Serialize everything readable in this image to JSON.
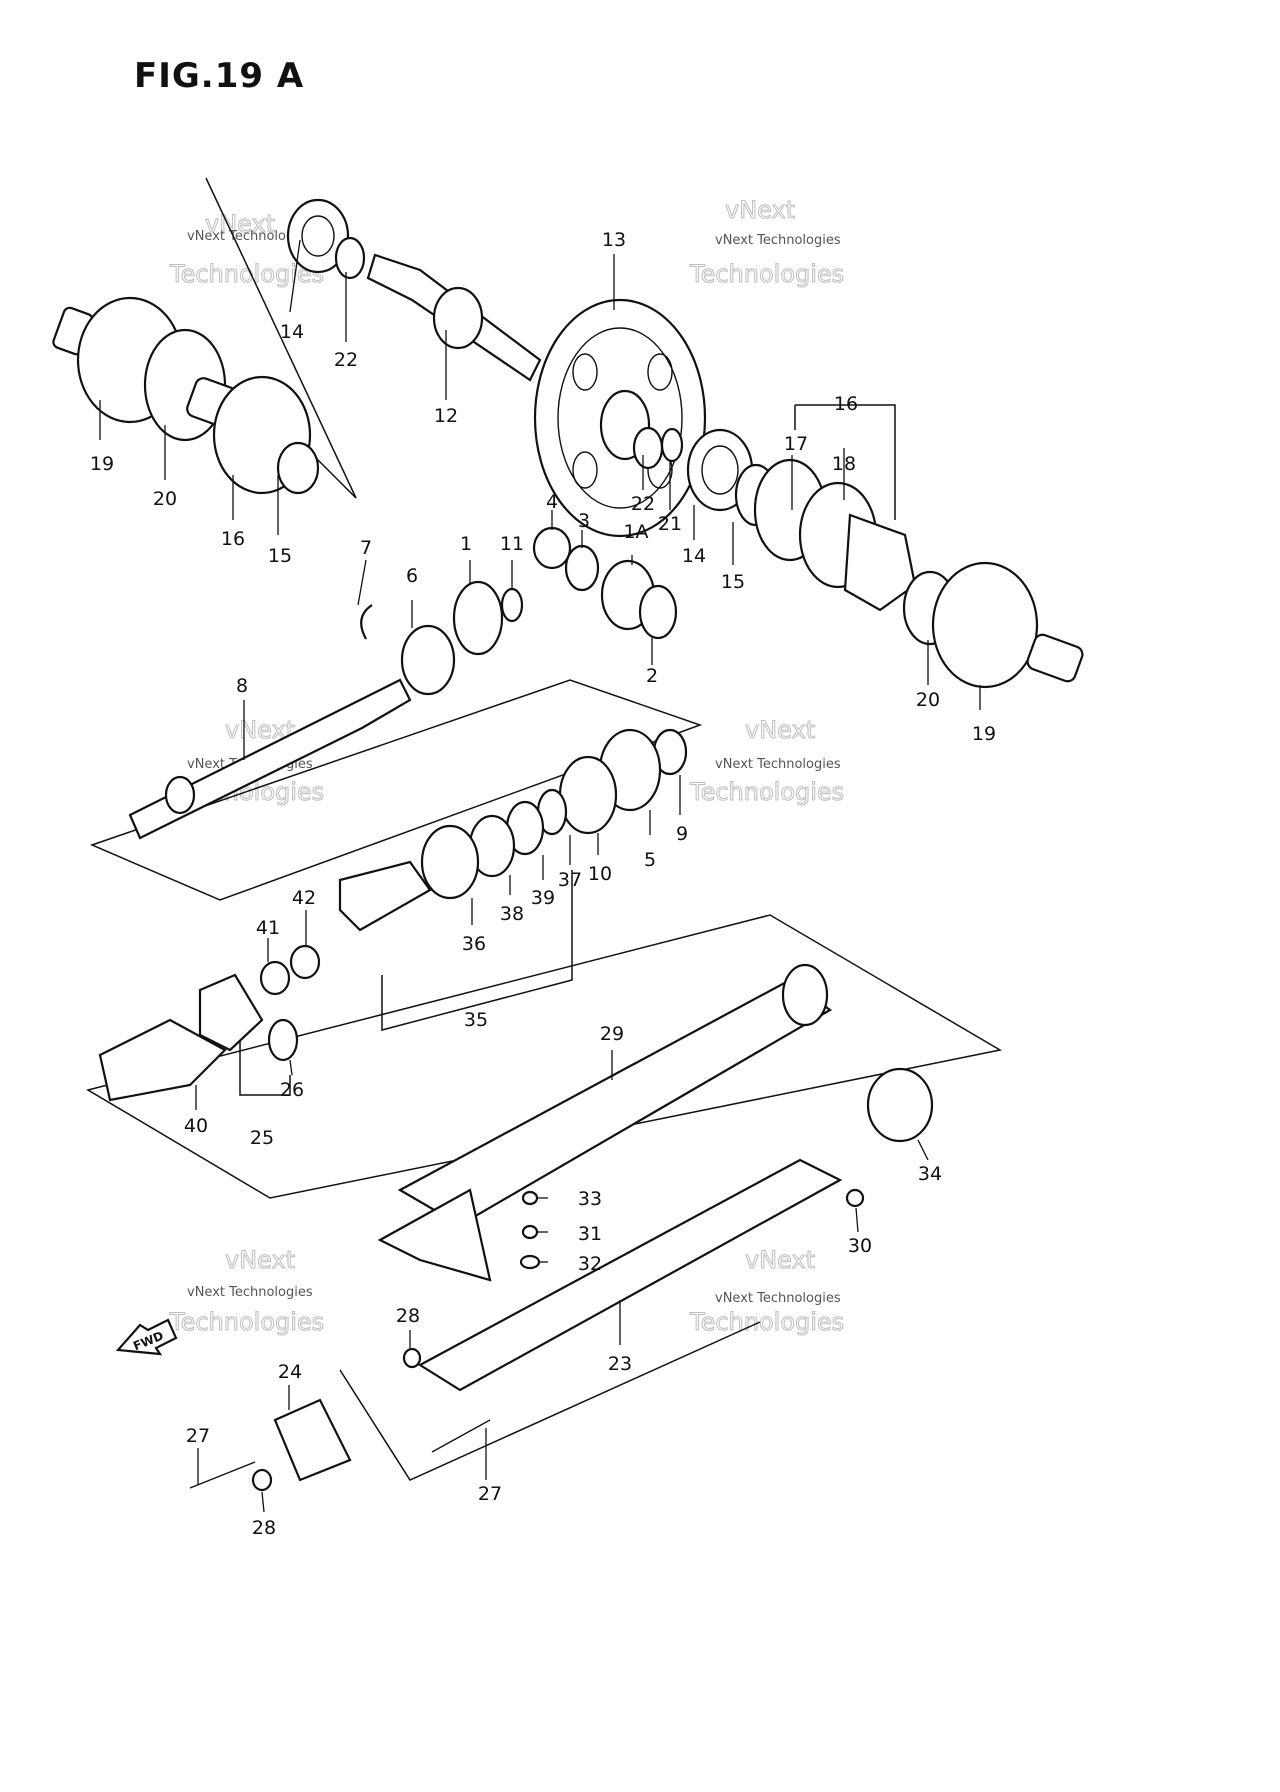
{
  "figure_title": "FIG.19 A",
  "watermark": {
    "line1": "vNext Technologies",
    "line2": "Technologies",
    "line3": "vNext"
  },
  "direction_marker": "FWD",
  "callouts": [
    {
      "id": "c-13",
      "text": "13"
    },
    {
      "id": "c-14a",
      "text": "14"
    },
    {
      "id": "c-22a",
      "text": "22"
    },
    {
      "id": "c-12",
      "text": "12"
    },
    {
      "id": "c-19a",
      "text": "19"
    },
    {
      "id": "c-20a",
      "text": "20"
    },
    {
      "id": "c-16a",
      "text": "16"
    },
    {
      "id": "c-15a",
      "text": "15"
    },
    {
      "id": "c-16b",
      "text": "16"
    },
    {
      "id": "c-17",
      "text": "17"
    },
    {
      "id": "c-18",
      "text": "18"
    },
    {
      "id": "c-4",
      "text": "4"
    },
    {
      "id": "c-3",
      "text": "3"
    },
    {
      "id": "c-22b",
      "text": "22"
    },
    {
      "id": "c-21",
      "text": "21"
    },
    {
      "id": "c-14b",
      "text": "14"
    },
    {
      "id": "c-15b",
      "text": "15"
    },
    {
      "id": "c-7",
      "text": "7"
    },
    {
      "id": "c-1",
      "text": "1"
    },
    {
      "id": "c-11",
      "text": "11"
    },
    {
      "id": "c-1A",
      "text": "1A"
    },
    {
      "id": "c-6",
      "text": "6"
    },
    {
      "id": "c-2",
      "text": "2"
    },
    {
      "id": "c-20b",
      "text": "20"
    },
    {
      "id": "c-19b",
      "text": "19"
    },
    {
      "id": "c-8",
      "text": "8"
    },
    {
      "id": "c-9",
      "text": "9"
    },
    {
      "id": "c-5",
      "text": "5"
    },
    {
      "id": "c-10",
      "text": "10"
    },
    {
      "id": "c-37",
      "text": "37"
    },
    {
      "id": "c-39",
      "text": "39"
    },
    {
      "id": "c-38",
      "text": "38"
    },
    {
      "id": "c-36",
      "text": "36"
    },
    {
      "id": "c-35",
      "text": "35"
    },
    {
      "id": "c-42",
      "text": "42"
    },
    {
      "id": "c-41",
      "text": "41"
    },
    {
      "id": "c-26",
      "text": "26"
    },
    {
      "id": "c-40",
      "text": "40"
    },
    {
      "id": "c-25",
      "text": "25"
    },
    {
      "id": "c-29",
      "text": "29"
    },
    {
      "id": "c-34",
      "text": "34"
    },
    {
      "id": "c-33",
      "text": "33"
    },
    {
      "id": "c-31",
      "text": "31"
    },
    {
      "id": "c-32",
      "text": "32"
    },
    {
      "id": "c-30",
      "text": "30"
    },
    {
      "id": "c-28a",
      "text": "28"
    },
    {
      "id": "c-23",
      "text": "23"
    },
    {
      "id": "c-24",
      "text": "24"
    },
    {
      "id": "c-27a",
      "text": "27"
    },
    {
      "id": "c-28b",
      "text": "28"
    },
    {
      "id": "c-27b",
      "text": "27"
    }
  ]
}
